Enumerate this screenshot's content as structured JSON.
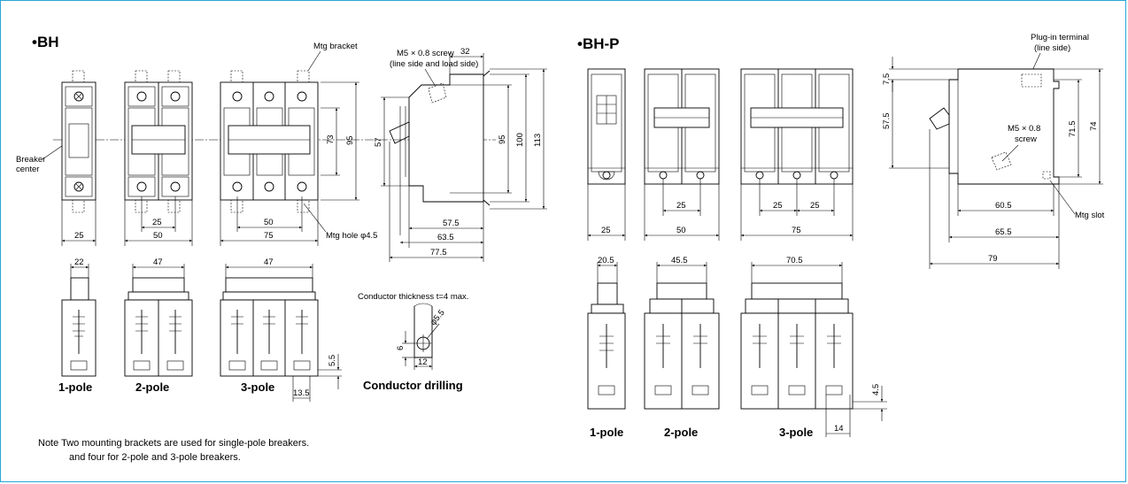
{
  "bh": {
    "title": "•BH",
    "labels": {
      "mtg_bracket": "Mtg bracket",
      "screw_line1": "M5 × 0.8 screw",
      "screw_line2": "(line side and load side)",
      "breaker_line1": "Breaker",
      "breaker_line2": "center",
      "mtg_hole": "Mtg hole φ4.5"
    },
    "front_dims": {
      "w1": "25",
      "w2": "50",
      "w3": "75",
      "pitch2": "25",
      "pitch3": "50",
      "h73": "73",
      "h95": "95"
    },
    "side_dims": {
      "top32": "32",
      "h57": "57",
      "h95": "95",
      "h100": "100",
      "h113": "113",
      "d57_5": "57.5",
      "d63_5": "63.5",
      "d77_5": "77.5"
    },
    "bottom_dims": {
      "w22": "22",
      "w47a": "47",
      "w47b": "47",
      "h5_5": "5.5",
      "w13_5": "13.5"
    },
    "poles": {
      "p1": "1-pole",
      "p2": "2-pole",
      "p3": "3-pole"
    },
    "conductor": {
      "note": "Conductor thickness t=4 max.",
      "title": "Conductor drilling",
      "d6": "6",
      "d12": "12",
      "hole": "φ5.5"
    },
    "note_line1": "Note  Two mounting brackets are used for single-pole breakers.",
    "note_line2": "and four for 2-pole and 3-pole breakers."
  },
  "bhp": {
    "title": "•BH-P",
    "labels": {
      "plugin_line1": "Plug-in terminal",
      "plugin_line2": "(line side)",
      "screw_line1": "M5 × 0.8",
      "screw_line2": "screw",
      "mtg_slot": "Mtg slot"
    },
    "front_dims": {
      "w1": "25",
      "w2": "50",
      "w3": "75",
      "p2": "25",
      "p3a": "25",
      "p3b": "25"
    },
    "side_dims": {
      "h7_5": "7.5",
      "h57_5": "57.5",
      "h71_5": "71.5",
      "h74": "74",
      "d60_5": "60.5",
      "d65_5": "65.5",
      "d79": "79"
    },
    "bottom_dims": {
      "w20_5": "20.5",
      "w45_5": "45.5",
      "w70_5": "70.5",
      "h4_5": "4.5",
      "w14": "14"
    },
    "poles": {
      "p1": "1-pole",
      "p2": "2-pole",
      "p3": "3-pole"
    }
  }
}
